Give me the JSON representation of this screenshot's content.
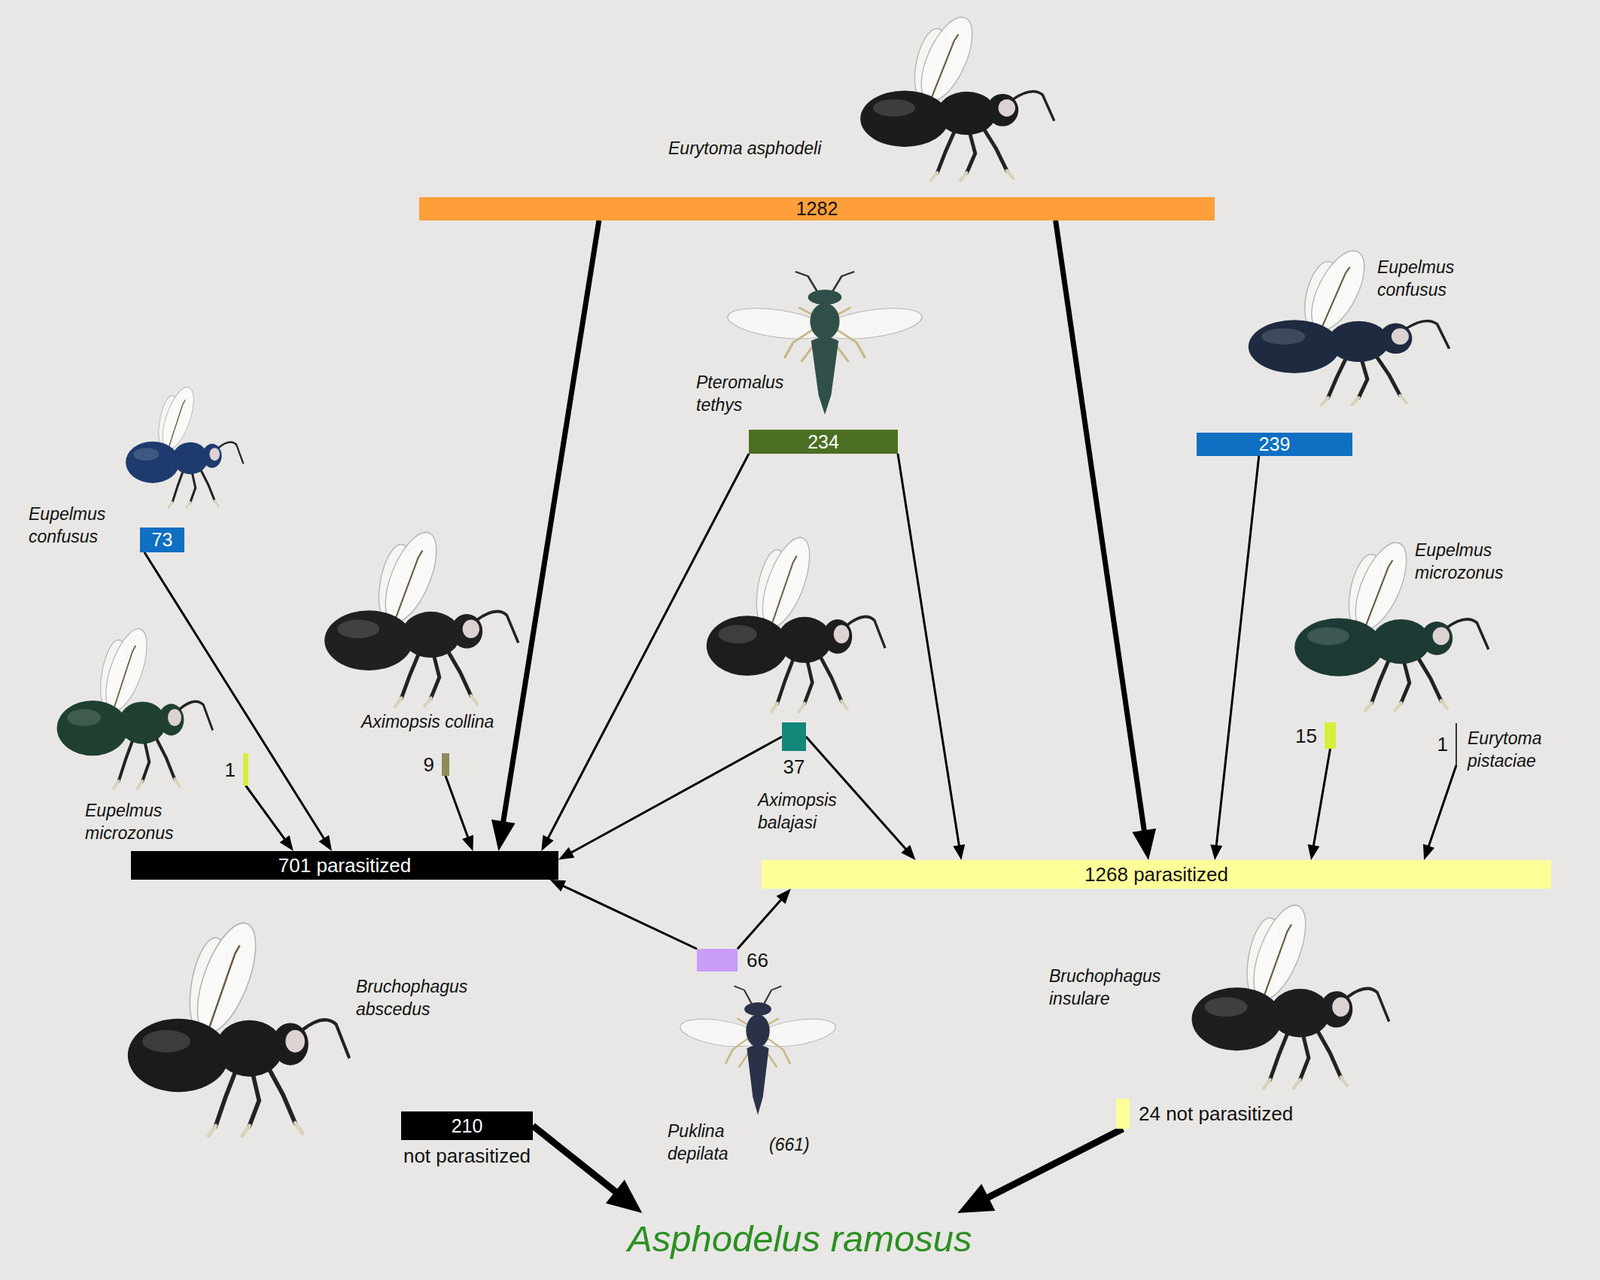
{
  "diagram": {
    "nodes": [
      {
        "text": [
          "1282"
        ]
      },
      {
        "text": [
          "234"
        ]
      },
      {
        "text": [
          "239"
        ]
      },
      {
        "text": [
          "73"
        ]
      },
      {
        "text": [
          "1"
        ]
      },
      {
        "text": [
          "9"
        ]
      },
      {
        "text": [
          "37"
        ]
      },
      {
        "text": [
          "15"
        ]
      },
      {
        "text": [
          "1"
        ]
      },
      {
        "text": [
          "701  parasitized"
        ]
      },
      {
        "text": [
          "1268 parasitized"
        ]
      },
      {
        "text": [
          "66"
        ]
      },
      {
        "text": [
          "210",
          "not  parasitized"
        ]
      },
      {
        "text": [
          "24  not  parasitized"
        ]
      },
      {
        "text": [
          "Asphodelus ramosus"
        ]
      }
    ],
    "edges": [
      {
        "from": 0,
        "to": 9,
        "arrow": "to"
      },
      {
        "from": 0,
        "to": 10,
        "arrow": "to"
      },
      {
        "from": 1,
        "to": 9,
        "arrow": "to"
      },
      {
        "from": 1,
        "to": 10,
        "arrow": "to"
      },
      {
        "from": 2,
        "to": 10,
        "arrow": "to"
      },
      {
        "from": 3,
        "to": 9,
        "arrow": "to"
      },
      {
        "from": 4,
        "to": 9,
        "arrow": "to"
      },
      {
        "from": 5,
        "to": 9,
        "arrow": "to"
      },
      {
        "from": 6,
        "to": 9,
        "arrow": "to"
      },
      {
        "from": 6,
        "to": 10,
        "arrow": "to"
      },
      {
        "from": 7,
        "to": 10,
        "arrow": "to"
      },
      {
        "from": 8,
        "to": 10,
        "arrow": "to"
      },
      {
        "from": 11,
        "to": 9,
        "arrow": "to"
      },
      {
        "from": 11,
        "to": 10,
        "arrow": "to"
      },
      {
        "from": 12,
        "to": 14,
        "arrow": "to"
      },
      {
        "from": 13,
        "to": 14,
        "arrow": "to"
      }
    ],
    "labels": [
      "Eurytoma asphodeli",
      "Pteromalus tethys",
      "Eupelmus confusus",
      "Eupelmus confusus",
      "Eupelmus microzonus",
      "Aximopsis collina",
      "Aximopsis balajasi",
      "Eupelmus microzonus",
      "Eurytoma pistaciae",
      "Bruchophagus abscedus",
      "Puklina depilata",
      "(661)",
      "Bruchophagus insulare"
    ]
  }
}
